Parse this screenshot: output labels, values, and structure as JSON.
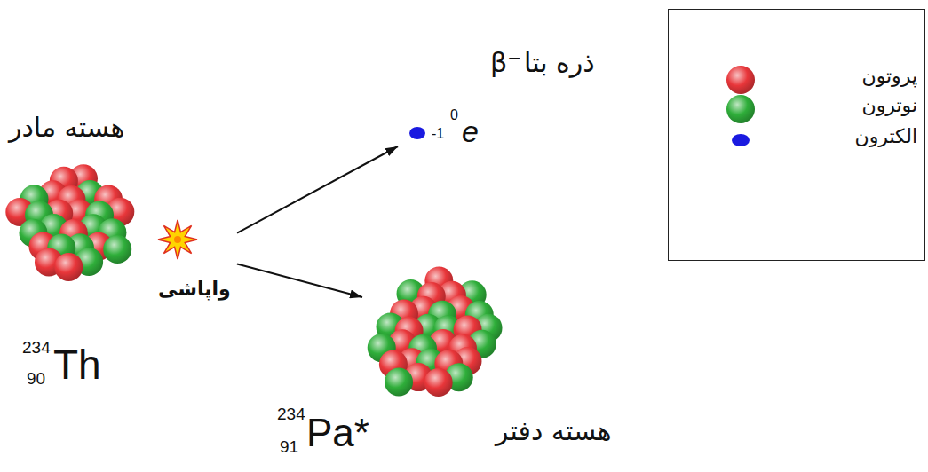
{
  "diagram": {
    "nodes": [
      {
        "text": [
          "هسته مادر",
          "234",
          "90",
          "Th"
        ]
      },
      {
        "text": [
          "ذره بتا",
          "β⁻",
          "0",
          "-1",
          "e"
        ]
      },
      {
        "text": [
          "هسته دفتر",
          "234",
          "91",
          "Pa*"
        ]
      }
    ],
    "edges": [
      {
        "from": 0,
        "to": 1,
        "arrow": "to"
      },
      {
        "from": 0,
        "to": 2,
        "arrow": "to"
      }
    ],
    "labels": [
      "واپاشی"
    ],
    "legend": [
      {
        "text": "پروتون",
        "color": "#e8363a"
      },
      {
        "text": "نوترون",
        "color": "#2fae3a"
      },
      {
        "text": "الکترون",
        "color": "#1a1ae0"
      }
    ]
  }
}
